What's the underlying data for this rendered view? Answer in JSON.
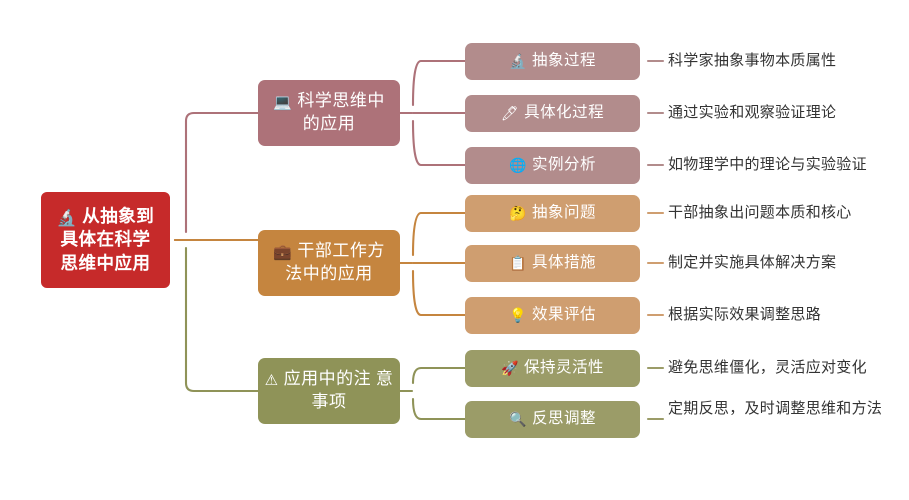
{
  "diagram": {
    "type": "mindmap",
    "title": "从抽象到具体在科学思维中应用",
    "background": "#ffffff",
    "colors": {
      "root": "#c62a2a",
      "branch1": "#ad7279",
      "branch1_child": "#b28c8c",
      "branch2": "#c5853f",
      "branch2_child": "#cf9e70",
      "branch3": "#8f9358",
      "branch3_child": "#9b9c68",
      "leaf_text": "#333333"
    }
  },
  "root": {
    "icon": "microscope-icon",
    "icon_glyph": "🔬",
    "label": "从抽象到\n具体在科学\n思维中应用",
    "line1": "从抽象到",
    "line2": "具体在科学",
    "line3": "思维中应用"
  },
  "branches": [
    {
      "id": "branch-science",
      "icon": "laptop-icon",
      "icon_glyph": "💻",
      "label": "科学思维中\n的应用",
      "line1": "科学思维中",
      "line2": "的应用",
      "children": [
        {
          "id": "node-abstraction-process",
          "icon": "microscope-icon",
          "icon_glyph": "🔬",
          "label": "抽象过程",
          "leaf": "科学家抽象事物本质属性"
        },
        {
          "id": "node-concretization-process",
          "icon": "pen-icon",
          "icon_glyph": "🖊",
          "label": "具体化过程",
          "leaf": "通过实验和观察验证理论"
        },
        {
          "id": "node-case-analysis",
          "icon": "globe-icon",
          "icon_glyph": "🌐",
          "label": "实例分析",
          "leaf": "如物理学中的理论与实验验证"
        }
      ]
    },
    {
      "id": "branch-cadre-work",
      "icon": "briefcase-icon",
      "icon_glyph": "💼",
      "label": "干部工作方\n法中的应用",
      "line1": "干部工作方",
      "line2": "法中的应用",
      "children": [
        {
          "id": "node-abstract-problem",
          "icon": "thinking-face-icon",
          "icon_glyph": "🤔",
          "label": "抽象问题",
          "leaf": "干部抽象出问题本质和核心"
        },
        {
          "id": "node-concrete-measures",
          "icon": "clipboard-icon",
          "icon_glyph": "📋",
          "label": "具体措施",
          "leaf": "制定并实施具体解决方案"
        },
        {
          "id": "node-effect-evaluation",
          "icon": "lightbulb-icon",
          "icon_glyph": "💡",
          "label": "效果评估",
          "leaf": "根据实际效果调整思路"
        }
      ]
    },
    {
      "id": "branch-cautions",
      "icon": "warning-triangle-icon",
      "icon_glyph": "⚠",
      "label": "应用中的注\n意事项",
      "line1": "应用中的注",
      "line2": "意事项",
      "children": [
        {
          "id": "node-keep-flexible",
          "icon": "rocket-icon",
          "icon_glyph": "🚀",
          "label": "保持灵活性",
          "leaf": "避免思维僵化，灵活应对变化"
        },
        {
          "id": "node-reflect-adjust",
          "icon": "magnifier-icon",
          "icon_glyph": "🔍",
          "label": "反思调整",
          "leaf": "定期反思，及时调整思维和方法"
        }
      ]
    }
  ]
}
